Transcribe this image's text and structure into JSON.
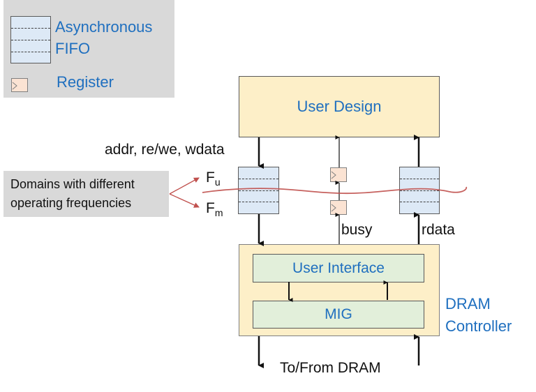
{
  "legend": {
    "fifo_label_line1": "Asynchronous",
    "fifo_label_line2": "FIFO",
    "register_label": "Register"
  },
  "blocks": {
    "user_design": "User Design",
    "user_interface": "User Interface",
    "mig": "MIG",
    "dram_controller_line1": "DRAM",
    "dram_controller_line2": "Controller"
  },
  "signals": {
    "input_bus": "addr, re/we, wdata",
    "busy": "busy",
    "rdata": "rdata",
    "dram_io": "To/From DRAM"
  },
  "domains": {
    "label_line1": "Domains with different",
    "label_line2": "operating frequencies",
    "fu_base": "F",
    "fu_sub": "u",
    "fm_base": "F",
    "fm_sub": "m"
  },
  "colors": {
    "text_blue": "#1f6fbf",
    "fifo_fill": "#dde9f6",
    "register_fill": "#fbe3d3",
    "block_fill": "#fdefc8",
    "inner_fill": "#e2efda",
    "domain_line": "#c0504d",
    "legend_bg": "#d9d9d9"
  }
}
